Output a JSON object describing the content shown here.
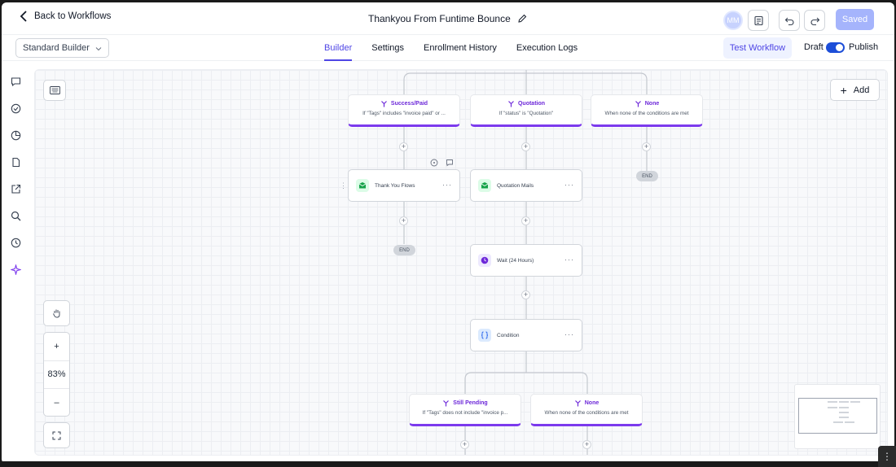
{
  "header": {
    "back_label": "Back to Workflows",
    "workflow_title": "Thankyou From Funtime Bounce",
    "avatar_initials": "MM",
    "saved_label": "Saved"
  },
  "subbar": {
    "builder_select": "Standard Builder",
    "tabs": [
      {
        "label": "Builder",
        "active": true
      },
      {
        "label": "Settings",
        "active": false
      },
      {
        "label": "Enrollment History",
        "active": false
      },
      {
        "label": "Execution Logs",
        "active": false
      }
    ],
    "test_workflow_label": "Test Workflow",
    "draft_label": "Draft",
    "publish_label": "Publish",
    "publish_on": true
  },
  "canvas": {
    "add_label": "Add",
    "zoom_level": "83%",
    "zoom_in_label": "+",
    "zoom_out_label": "–"
  },
  "flow": {
    "top_branches": [
      {
        "title": "Success/Paid",
        "desc": "If \"Tags\" includes \"invoice paid\" or ..."
      },
      {
        "title": "Quotation",
        "desc": "If \"status\" is \"Quotation\""
      },
      {
        "title": "None",
        "desc": "When none of the conditions are met"
      }
    ],
    "actions": [
      {
        "label": "Thank You Flows",
        "icon": "email-icon",
        "color": "#16a34a"
      },
      {
        "label": "Quotation Mails",
        "icon": "email-icon",
        "color": "#16a34a"
      },
      {
        "label": "Wait (24 Hours)",
        "icon": "clock-icon",
        "color": "#6d28d9"
      },
      {
        "label": "Condition",
        "icon": "braces-icon",
        "color": "#2563eb"
      }
    ],
    "bottom_branches": [
      {
        "title": "Still Pending",
        "desc": "If \"Tags\" does not include \"invoice p..."
      },
      {
        "title": "None",
        "desc": "When none of the conditions are met"
      }
    ],
    "end_label": "END",
    "add_step_symbol": "+",
    "more_symbol": "···"
  },
  "colors": {
    "accent": "#4f46e5",
    "branch_accent": "#7c3aed",
    "saved_bg": "#a5b4fc"
  }
}
